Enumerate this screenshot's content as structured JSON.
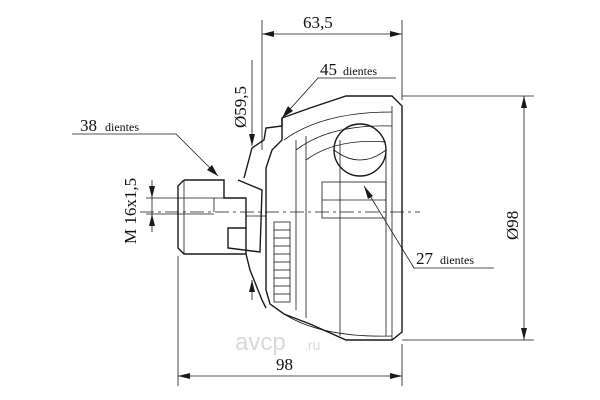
{
  "diagram": {
    "dimensions": {
      "top_width": "63,5",
      "bore_diameter": "Ø59,5",
      "outer_diameter": "Ø98",
      "thread": "M 16x1,5",
      "total_length": "98"
    },
    "callouts": {
      "splines_45": {
        "value": "45",
        "unit": "dientes"
      },
      "splines_38": {
        "value": "38",
        "unit": "dientes"
      },
      "splines_27": {
        "value": "27",
        "unit": "dientes"
      }
    }
  },
  "watermark": {
    "brand": "avcp",
    "suffix": ".ru"
  }
}
